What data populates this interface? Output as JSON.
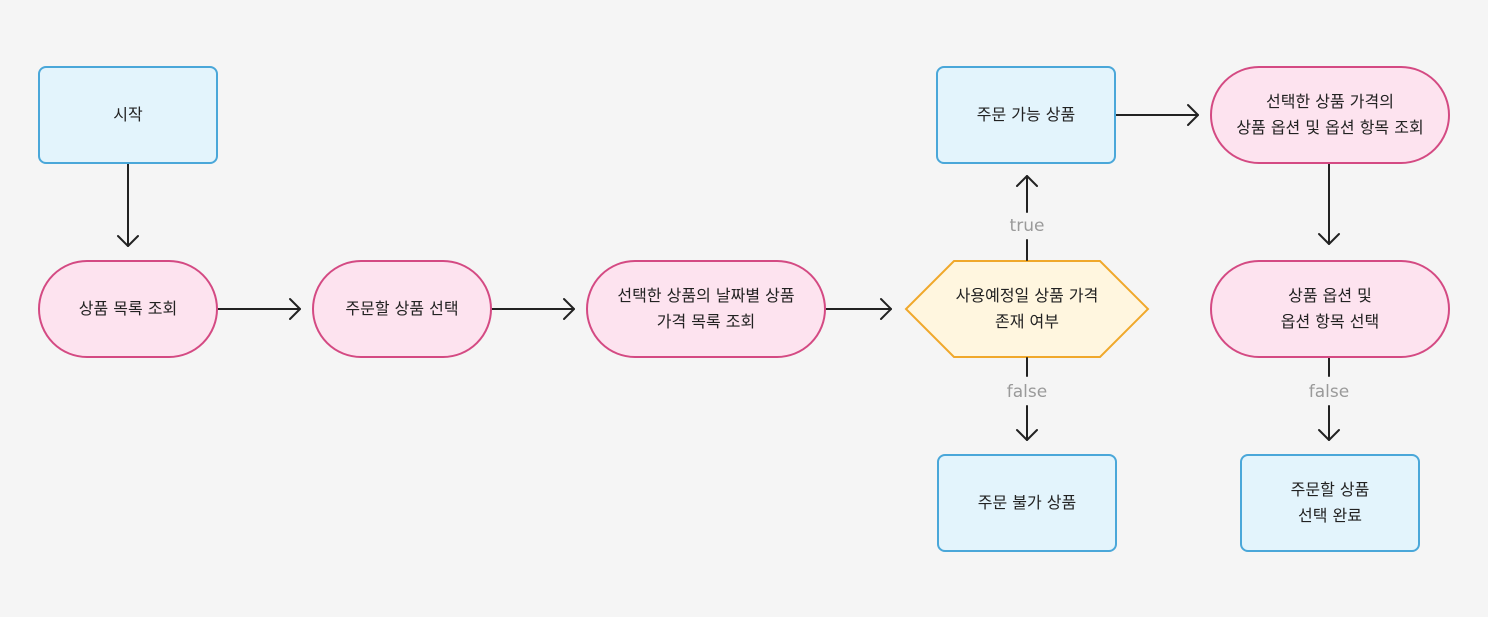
{
  "nodes": {
    "start": {
      "lines": [
        "시작"
      ]
    },
    "product_list": {
      "lines": [
        "상품 목록 조회"
      ]
    },
    "select_product": {
      "lines": [
        "주문할 상품 선택"
      ]
    },
    "price_list": {
      "lines": [
        "선택한 상품의 날짜별 상품",
        "가격 목록 조회"
      ]
    },
    "decision": {
      "lines": [
        "사용예정일 상품 가격",
        "존재 여부"
      ]
    },
    "orderable": {
      "lines": [
        "주문 가능 상품"
      ]
    },
    "not_orderable": {
      "lines": [
        "주문 불가 상품"
      ]
    },
    "option_lookup": {
      "lines": [
        "선택한 상품 가격의",
        "상품 옵션 및 옵션 항목 조회"
      ]
    },
    "option_select": {
      "lines": [
        "상품 옵션 및",
        "옵션 항목 선택"
      ]
    },
    "complete": {
      "lines": [
        "주문할 상품",
        "선택 완료"
      ]
    }
  },
  "edge_labels": {
    "true_label": "true",
    "false_label_decision": "false",
    "false_label_option": "false"
  },
  "colors": {
    "rect_fill": "#e3f4fc",
    "rect_border": "#4aa7d9",
    "pill_fill": "#fde3ef",
    "pill_border": "#d44a83",
    "decision_fill": "#fff6df",
    "decision_border": "#f0a82b",
    "edge": "#222222",
    "label": "#9a9a9a"
  }
}
